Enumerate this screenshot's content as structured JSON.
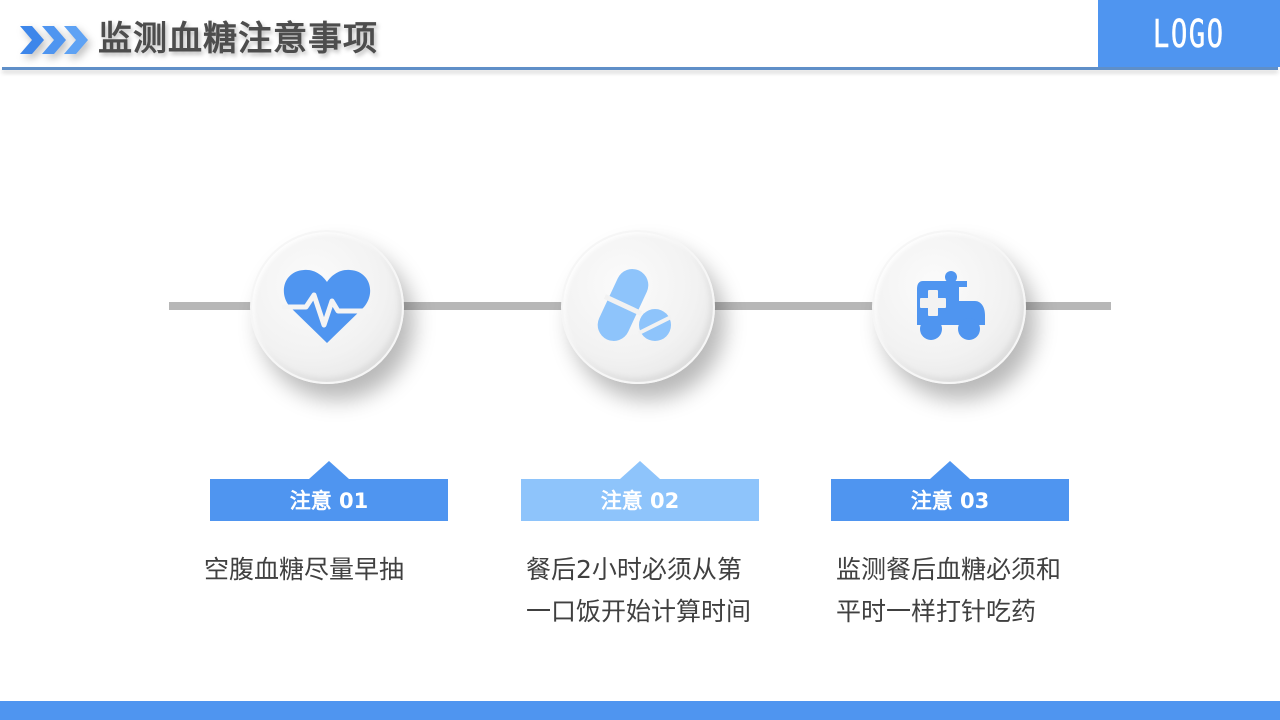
{
  "header": {
    "title": "监测血糖注意事项",
    "logo": "LOGO",
    "chevron_icon": "triple-chevron-right-icon"
  },
  "colors": {
    "primary": "#4f95f0",
    "light": "#8ec4fb",
    "title_text": "#4d4d4d",
    "body_text": "#404040",
    "timeline": "#b7b7b7"
  },
  "items": [
    {
      "icon": "heart-pulse-icon",
      "label": "注意 01",
      "color": "#4f95f0",
      "lines": [
        "空腹血糖尽量早抽"
      ]
    },
    {
      "icon": "pills-icon",
      "label": "注意 02",
      "color": "#8ec4fb",
      "lines": [
        "餐后2小时必须从第",
        "一口饭开始计算时间"
      ]
    },
    {
      "icon": "ambulance-icon",
      "label": "注意 03",
      "color": "#4f95f0",
      "lines": [
        "监测餐后血糖必须和",
        "平时一样打针吃药"
      ]
    }
  ]
}
